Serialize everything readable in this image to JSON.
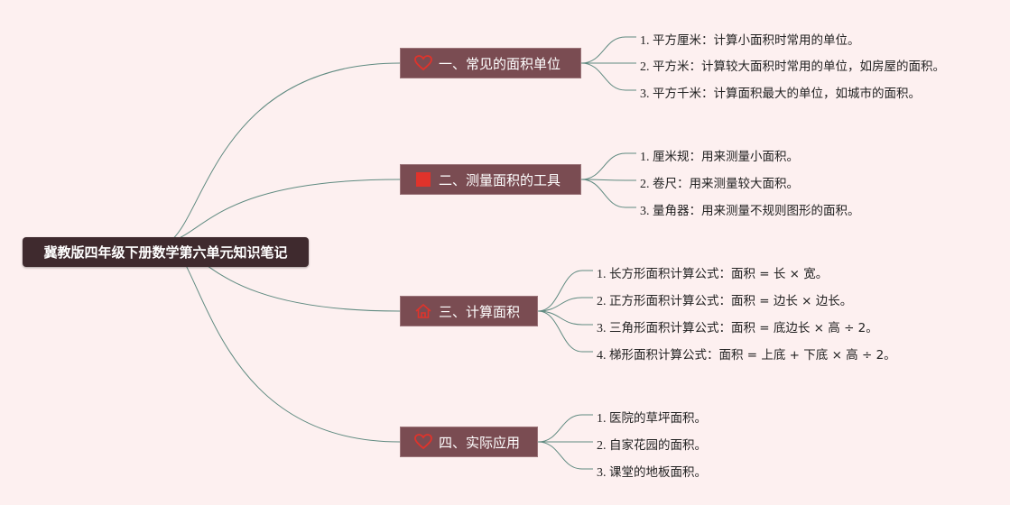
{
  "colors": {
    "background": "#fdf0f0",
    "root_fill": "#3f2a2e",
    "branch_fill": "#7a4c52",
    "connector": "#5f8a80",
    "icon_red": "#e0332b"
  },
  "root": {
    "label": "冀教版四年级下册数学第六单元知识笔记"
  },
  "branches": [
    {
      "label": "一、常见的面积单位",
      "icon": "heart-icon",
      "items": [
        {
          "num": "1.",
          "text": "平方厘米：计算小面积时常用的单位。"
        },
        {
          "num": "2.",
          "text": "平方米：计算较大面积时常用的单位，如房屋的面积。"
        },
        {
          "num": "3.",
          "text": "平方千米：计算面积最大的单位，如城市的面积。"
        }
      ]
    },
    {
      "label": "二、测量面积的工具",
      "icon": "red-square-icon",
      "items": [
        {
          "num": "1.",
          "text": "厘米规：用来测量小面积。"
        },
        {
          "num": "2.",
          "text": "卷尺：用来测量较大面积。"
        },
        {
          "num": "3.",
          "text": "量角器：用来测量不规则图形的面积。"
        }
      ]
    },
    {
      "label": "三、计算面积",
      "icon": "house-icon",
      "items": [
        {
          "num": "1.",
          "text": "长方形面积计算公式：面积 = 长 × 宽。"
        },
        {
          "num": "2.",
          "text": "正方形面积计算公式：面积 = 边长 × 边长。"
        },
        {
          "num": "3.",
          "text": "三角形面积计算公式：面积 = 底边长 × 高 ÷ 2。"
        },
        {
          "num": "4.",
          "text": "梯形面积计算公式：面积 = 上底 + 下底 × 高 ÷ 2。"
        }
      ]
    },
    {
      "label": "四、实际应用",
      "icon": "heart-icon",
      "items": [
        {
          "num": "1.",
          "text": "医院的草坪面积。"
        },
        {
          "num": "2.",
          "text": "自家花园的面积。"
        },
        {
          "num": "3.",
          "text": "课堂的地板面积。"
        }
      ]
    }
  ]
}
